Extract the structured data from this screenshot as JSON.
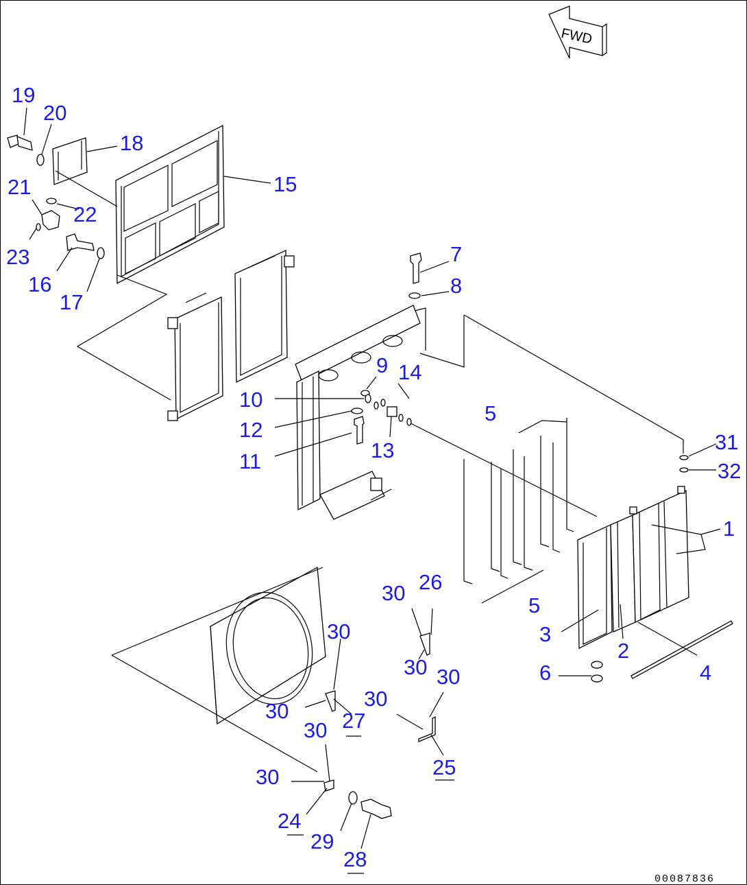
{
  "fwd_label": "FWD",
  "drawing_code": "00087836",
  "colors": {
    "label": "#1a1aee",
    "line": "#000000"
  },
  "labels": [
    {
      "id": "l19",
      "text": "19"
    },
    {
      "id": "l20",
      "text": "20"
    },
    {
      "id": "l18",
      "text": "18"
    },
    {
      "id": "l15",
      "text": "15"
    },
    {
      "id": "l21",
      "text": "21"
    },
    {
      "id": "l22",
      "text": "22"
    },
    {
      "id": "l23",
      "text": "23"
    },
    {
      "id": "l16",
      "text": "16"
    },
    {
      "id": "l17",
      "text": "17"
    },
    {
      "id": "l7",
      "text": "7"
    },
    {
      "id": "l8",
      "text": "8"
    },
    {
      "id": "l9",
      "text": "9"
    },
    {
      "id": "l14",
      "text": "14"
    },
    {
      "id": "l10",
      "text": "10"
    },
    {
      "id": "l12",
      "text": "12"
    },
    {
      "id": "l13",
      "text": "13"
    },
    {
      "id": "l11",
      "text": "11"
    },
    {
      "id": "l5a",
      "text": "5"
    },
    {
      "id": "l31",
      "text": "31"
    },
    {
      "id": "l32",
      "text": "32"
    },
    {
      "id": "l1",
      "text": "1"
    },
    {
      "id": "l5b",
      "text": "5"
    },
    {
      "id": "l3",
      "text": "3"
    },
    {
      "id": "l2",
      "text": "2"
    },
    {
      "id": "l4",
      "text": "4"
    },
    {
      "id": "l6",
      "text": "6"
    },
    {
      "id": "l30a",
      "text": "30"
    },
    {
      "id": "l26",
      "text": "26"
    },
    {
      "id": "l30b",
      "text": "30"
    },
    {
      "id": "l30c",
      "text": "30"
    },
    {
      "id": "l30d",
      "text": "30"
    },
    {
      "id": "l30e",
      "text": "30"
    },
    {
      "id": "l30f",
      "text": "30"
    },
    {
      "id": "l27",
      "text": "27"
    },
    {
      "id": "l25",
      "text": "25"
    },
    {
      "id": "l30g",
      "text": "30"
    },
    {
      "id": "l30h",
      "text": "30"
    },
    {
      "id": "l24",
      "text": "24"
    },
    {
      "id": "l29",
      "text": "29"
    },
    {
      "id": "l28",
      "text": "28"
    }
  ]
}
